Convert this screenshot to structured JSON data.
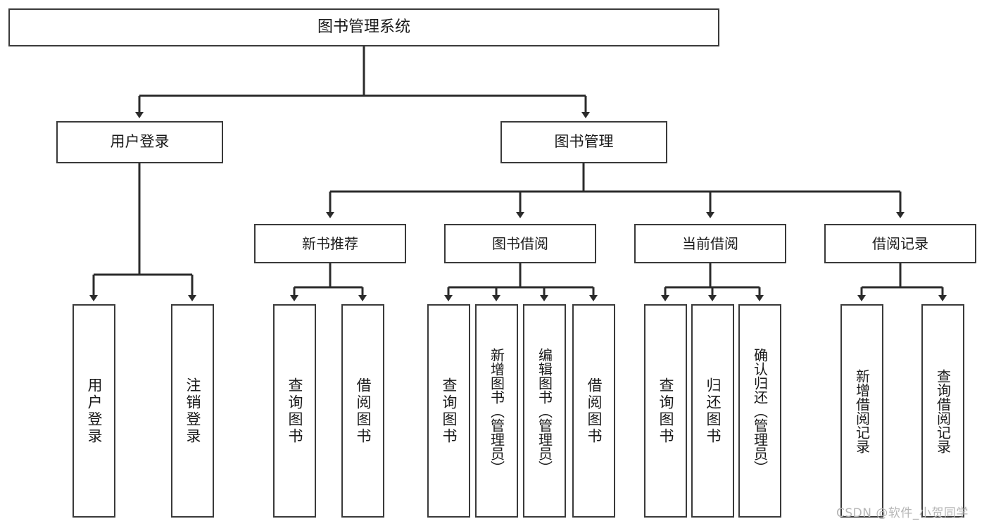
{
  "diagram": {
    "title": "图书管理系统",
    "type": "tree",
    "root": {
      "id": "root",
      "label": "图书管理系统"
    },
    "level2": [
      {
        "id": "user-login",
        "label": "用户登录"
      },
      {
        "id": "book-management",
        "label": "图书管理"
      }
    ],
    "level3": [
      {
        "id": "new-book-recommend",
        "label": "新书推荐",
        "parent": "book-management"
      },
      {
        "id": "book-borrow",
        "label": "图书借阅",
        "parent": "book-management"
      },
      {
        "id": "current-borrow",
        "label": "当前借阅",
        "parent": "book-management"
      },
      {
        "id": "borrow-record",
        "label": "借阅记录",
        "parent": "book-management"
      }
    ],
    "leaves": [
      {
        "id": "leaf-user-login",
        "label": "用户登录",
        "parent": "user-login"
      },
      {
        "id": "leaf-user-logout",
        "label": "注销登录",
        "parent": "user-login"
      },
      {
        "id": "leaf-query-book-1",
        "label": "查询图书",
        "parent": "new-book-recommend"
      },
      {
        "id": "leaf-borrow-book-1",
        "label": "借阅图书",
        "parent": "new-book-recommend"
      },
      {
        "id": "leaf-query-book-2",
        "label": "查询图书",
        "parent": "book-borrow"
      },
      {
        "id": "leaf-add-book",
        "label": "新增图书（管理员）",
        "parent": "book-borrow"
      },
      {
        "id": "leaf-edit-book",
        "label": "编辑图书（管理员）",
        "parent": "book-borrow"
      },
      {
        "id": "leaf-borrow-book-2",
        "label": "借阅图书",
        "parent": "book-borrow"
      },
      {
        "id": "leaf-query-book-3",
        "label": "查询图书",
        "parent": "current-borrow"
      },
      {
        "id": "leaf-return-book",
        "label": "归还图书",
        "parent": "current-borrow"
      },
      {
        "id": "leaf-confirm-return",
        "label": "确认归还（管理员）",
        "parent": "current-borrow"
      },
      {
        "id": "leaf-add-record",
        "label": "新增借阅记录",
        "parent": "borrow-record"
      },
      {
        "id": "leaf-query-record",
        "label": "查询借阅记录",
        "parent": "borrow-record"
      }
    ],
    "colors": {
      "border": "#3a3a3a",
      "background": "#ffffff",
      "text": "#1a1a1a",
      "connector": "#2b2b2b",
      "watermark": "#b6b6b6"
    }
  },
  "watermark": {
    "text": "CSDN @软件_小贺同学"
  }
}
